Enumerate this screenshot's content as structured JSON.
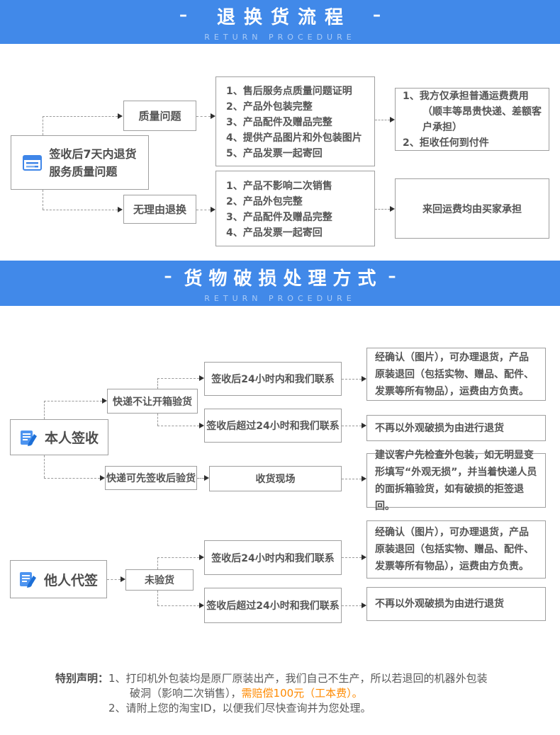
{
  "banner1": {
    "dash_left": "–",
    "dash_right": "–",
    "title": "退换货流程",
    "subtitle": "RETURN PROCEDURE"
  },
  "banner2": {
    "dash_left": "–",
    "dash_right": "–",
    "title": "货物破损处理方式",
    "subtitle": "RETURN PROCEDURE"
  },
  "flow1": {
    "source": {
      "line1": "签收后7天内退货",
      "line2": "服务质量问题"
    },
    "quality_label": "质量问题",
    "noreason_label": "无理由退换",
    "quality_items": [
      "1、售后服务点质量问题证明",
      "2、产品外包装完整",
      "3、产品配件及赠品完整",
      "4、提供产品图片和外包装图片",
      "5、产品发票一起寄回"
    ],
    "noreason_items": [
      "1、产品不影响二次销售",
      "2、产品外包完整",
      "3、产品配件及赠品完整",
      "4、产品发票一起寄回"
    ],
    "quality_result_items": [
      "1、我方仅承担普通运费费用（顺丰等昂贵快递、差额客户承担）",
      "2、拒收任何到付件"
    ],
    "noreason_result": "来回运费均由买家承担"
  },
  "flow2": {
    "source": "本人签收",
    "branch1": "快递不让开箱验货",
    "branch2": "快递可先签收后验货",
    "case1": "签收后24小时内和我们联系",
    "case2": "签收后超过24小时和我们联系",
    "case3": "收货现场",
    "result1": "经确认（图片），可办理退货，产品原装退回（包括实物、赠品、配件、发票等所有物品），运费由方负责。",
    "result2": "不再以外观破损为由进行退货",
    "result3": "建议客户先检查外包装，如无明显变形填写“外观无损”，并当着快递人员的面拆箱验货，如有破损的拒签退回。"
  },
  "flow3": {
    "source": "他人代签",
    "branch": "未验货",
    "case1": "签收后24小时内和我们联系",
    "case2": "签收后超过24小时和我们联系",
    "result1": "经确认（图片），可办理退货，产品原装退回（包括实物、赠品、配件、发票等所有物品），运费由方负责。",
    "result2": "不再以外观破损为由进行退货"
  },
  "notice": {
    "label": "特别声明：",
    "item1_part1": "1、打印机外包装均是原厂原装出产，我们自己不生产，所以若退回的机器外包装破洞（影响二次销售），",
    "item1_highlight": "需赔偿100元（工本费）。",
    "item2": "2、请附上您的淘宝ID，以便我们尽快查询并为您处理。"
  },
  "colors": {
    "banner_blue": "#4189e9",
    "highlight_orange": "#ff8a00",
    "border_gray": "#9f9f9f",
    "text_gray": "#555555"
  }
}
